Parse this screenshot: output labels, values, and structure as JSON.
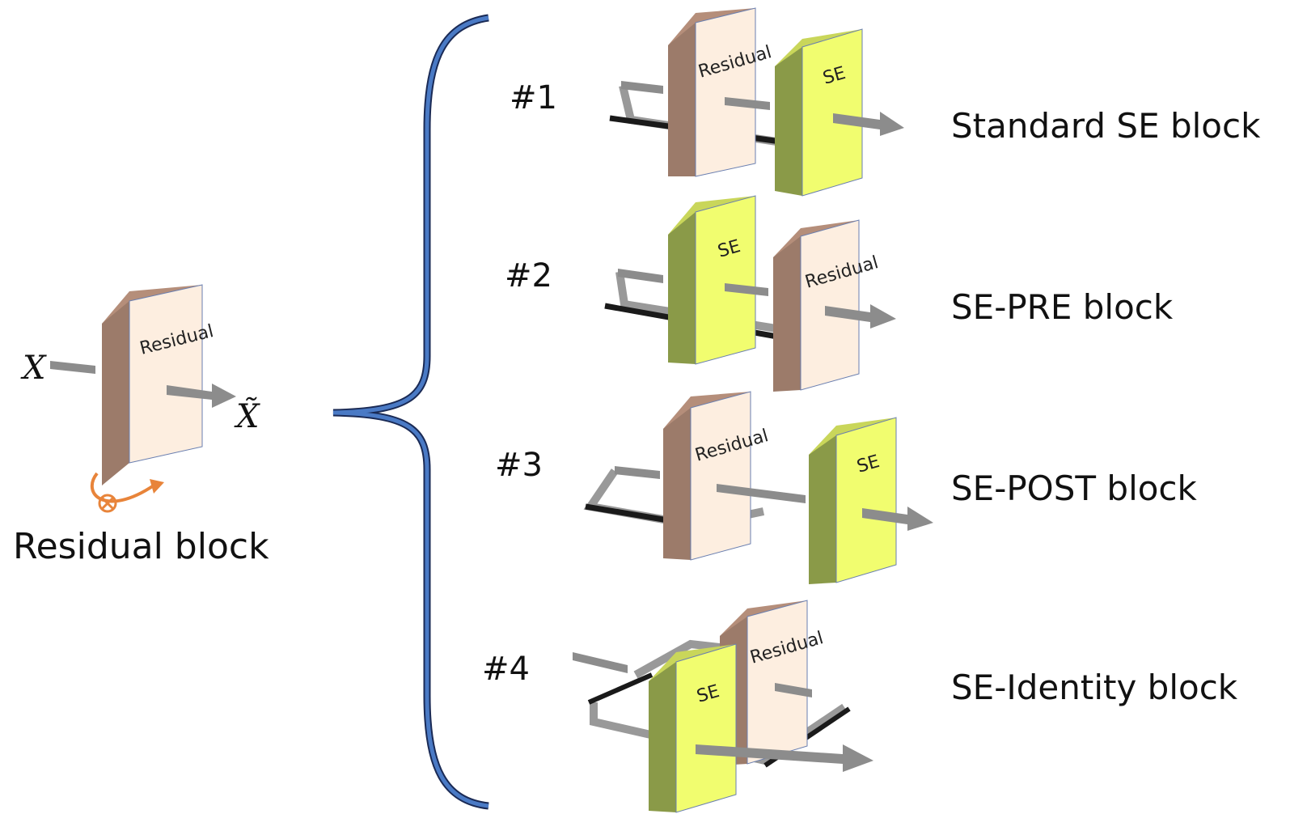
{
  "residual_block": {
    "input_label": "X",
    "output_label": "X̃",
    "box_label": "Residual",
    "caption": "Residual block"
  },
  "variants": [
    {
      "number": "#1",
      "name": "Standard SE block",
      "blocks": [
        "Residual",
        "SE"
      ]
    },
    {
      "number": "#2",
      "name": "SE-PRE block",
      "blocks": [
        "SE",
        "Residual"
      ]
    },
    {
      "number": "#3",
      "name": "SE-POST block",
      "blocks": [
        "Residual",
        "SE"
      ]
    },
    {
      "number": "#4",
      "name": "SE-Identity block",
      "blocks": [
        "SE",
        "Residual"
      ]
    }
  ],
  "colors": {
    "residual_front": "#fdeee0",
    "residual_side": "#9c7b6a",
    "se_front": "#f1fd6f",
    "se_side": "#8a9a48",
    "brace": "#3a63a8",
    "arrow": "#8c8c8c",
    "skip_dark": "#1a1a1a",
    "multiply_symbol": "#e8843a"
  }
}
